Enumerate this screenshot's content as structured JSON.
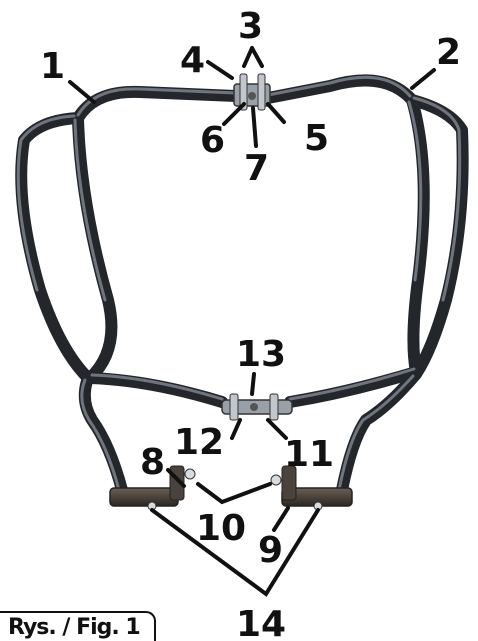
{
  "callouts": {
    "c1": "1",
    "c2": "2",
    "c3": "3",
    "c4": "4",
    "c5": "5",
    "c6": "6",
    "c7": "7",
    "c8": "8",
    "c9": "9",
    "c10": "10",
    "c11": "11",
    "c12": "12",
    "c13": "13",
    "c14": "14"
  },
  "figure_label": "Rys. / Fig. 1",
  "colors": {
    "tube": "#2a2e33",
    "tube_highlight": "#8a9099",
    "ink": "#111111"
  }
}
